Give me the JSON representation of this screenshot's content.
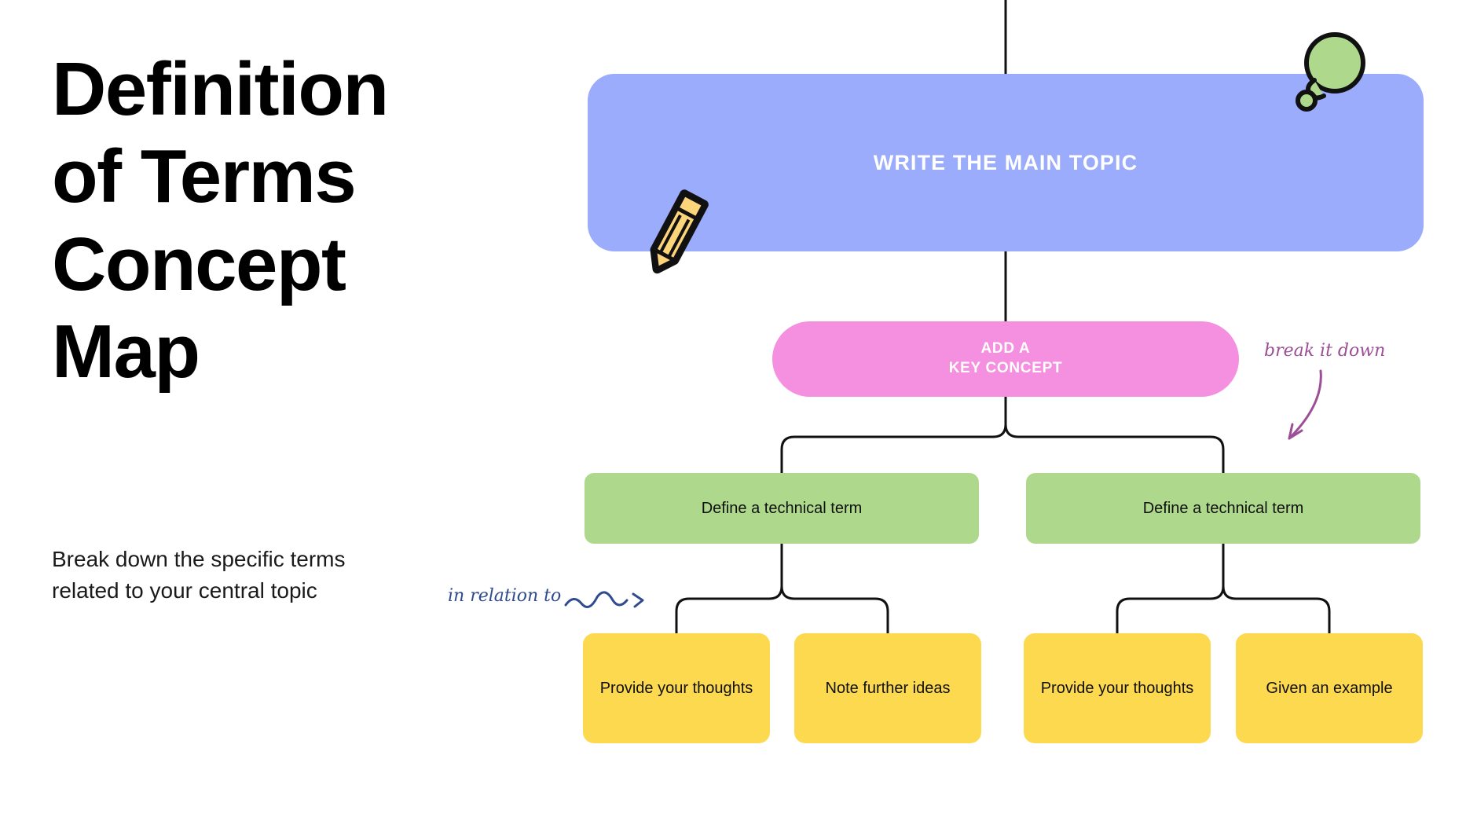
{
  "left_panel": {
    "title": "Definition\nof Terms\nConcept\nMap",
    "subtitle": "Break down the specific terms\nrelated to your central topic"
  },
  "diagram": {
    "type": "concept-map-tree",
    "nodes": {
      "main_topic": {
        "label": "WRITE THE MAIN TOPIC",
        "color": "#9aacfb",
        "level": 1
      },
      "key_concept": {
        "label": "ADD A\nKEY CONCEPT",
        "color": "#f58fe0",
        "level": 2
      },
      "terms": [
        {
          "label": "Define a technical term",
          "color": "#aed98c",
          "level": 3
        },
        {
          "label": "Define a technical term",
          "color": "#aed98c",
          "level": 3
        }
      ],
      "leaves": [
        {
          "label": "Provide your thoughts",
          "color": "#fcd94f",
          "level": 4
        },
        {
          "label": "Note further ideas",
          "color": "#fcd94f",
          "level": 4
        },
        {
          "label": "Provide your thoughts",
          "color": "#fcd94f",
          "level": 4
        },
        {
          "label": "Given an example",
          "color": "#fcd94f",
          "level": 4
        }
      ]
    }
  },
  "annotations": {
    "break_it_down": {
      "text": "break it down",
      "color": "#9c4f96",
      "icon": "curved-arrow-down-left-icon"
    },
    "in_relation_to": {
      "text": "in relation to",
      "color": "#2f4b8f",
      "icon": "squiggle-arrow-right-icon"
    }
  },
  "decorations": {
    "pencil": {
      "icon": "pencil-icon",
      "color": "#fcd47a"
    },
    "thought_bubble": {
      "icon": "thought-bubble-icon",
      "color": "#aed98c"
    }
  },
  "colors": {
    "background": "#ffffff",
    "connector": "#111111",
    "blue": "#9aacfb",
    "pink": "#f58fe0",
    "green": "#aed98c",
    "yellow": "#fcd94f"
  }
}
